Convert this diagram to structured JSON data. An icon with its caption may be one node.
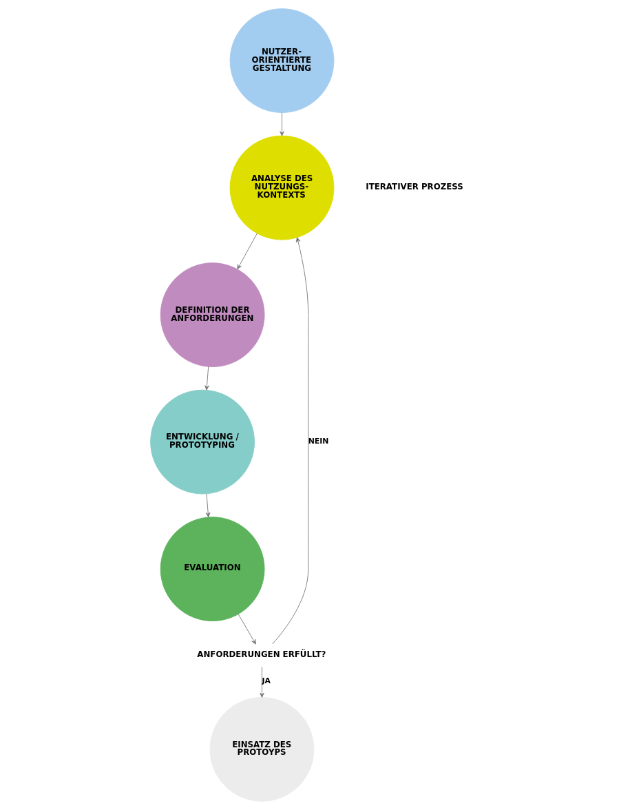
{
  "diagram": {
    "nodes": [
      {
        "text": [
          "NUTZER- ORIENTIERTE GESTALTUNG"
        ]
      },
      {
        "text": [
          "ANALYSE DES NUTZUNGS- KONTEXTS"
        ]
      },
      {
        "text": [
          "DEFINITION DER ANFORDERUNGEN"
        ]
      },
      {
        "text": [
          "ENTWICKLUNG / PROTOTYPING"
        ]
      },
      {
        "text": [
          "EVALUATION"
        ]
      },
      {
        "text": [
          "ANFORDERUNGEN ERFÜLLT?"
        ]
      },
      {
        "text": [
          "EINSATZ DES PROTOYPS"
        ]
      }
    ],
    "edges": [
      {
        "from": 0,
        "to": 1,
        "arrow": "to"
      },
      {
        "from": 1,
        "to": 2,
        "arrow": "to"
      },
      {
        "from": 2,
        "to": 3,
        "arrow": "to"
      },
      {
        "from": 3,
        "to": 4,
        "arrow": "to"
      },
      {
        "from": 4,
        "to": 5,
        "arrow": "to"
      },
      {
        "from": 5,
        "to": 1,
        "arrow": "to",
        "label": "NEIN"
      },
      {
        "from": 5,
        "to": 6,
        "arrow": "to",
        "label": "JA"
      }
    ],
    "labels": [
      "ITERATIVER PROZESS"
    ]
  }
}
